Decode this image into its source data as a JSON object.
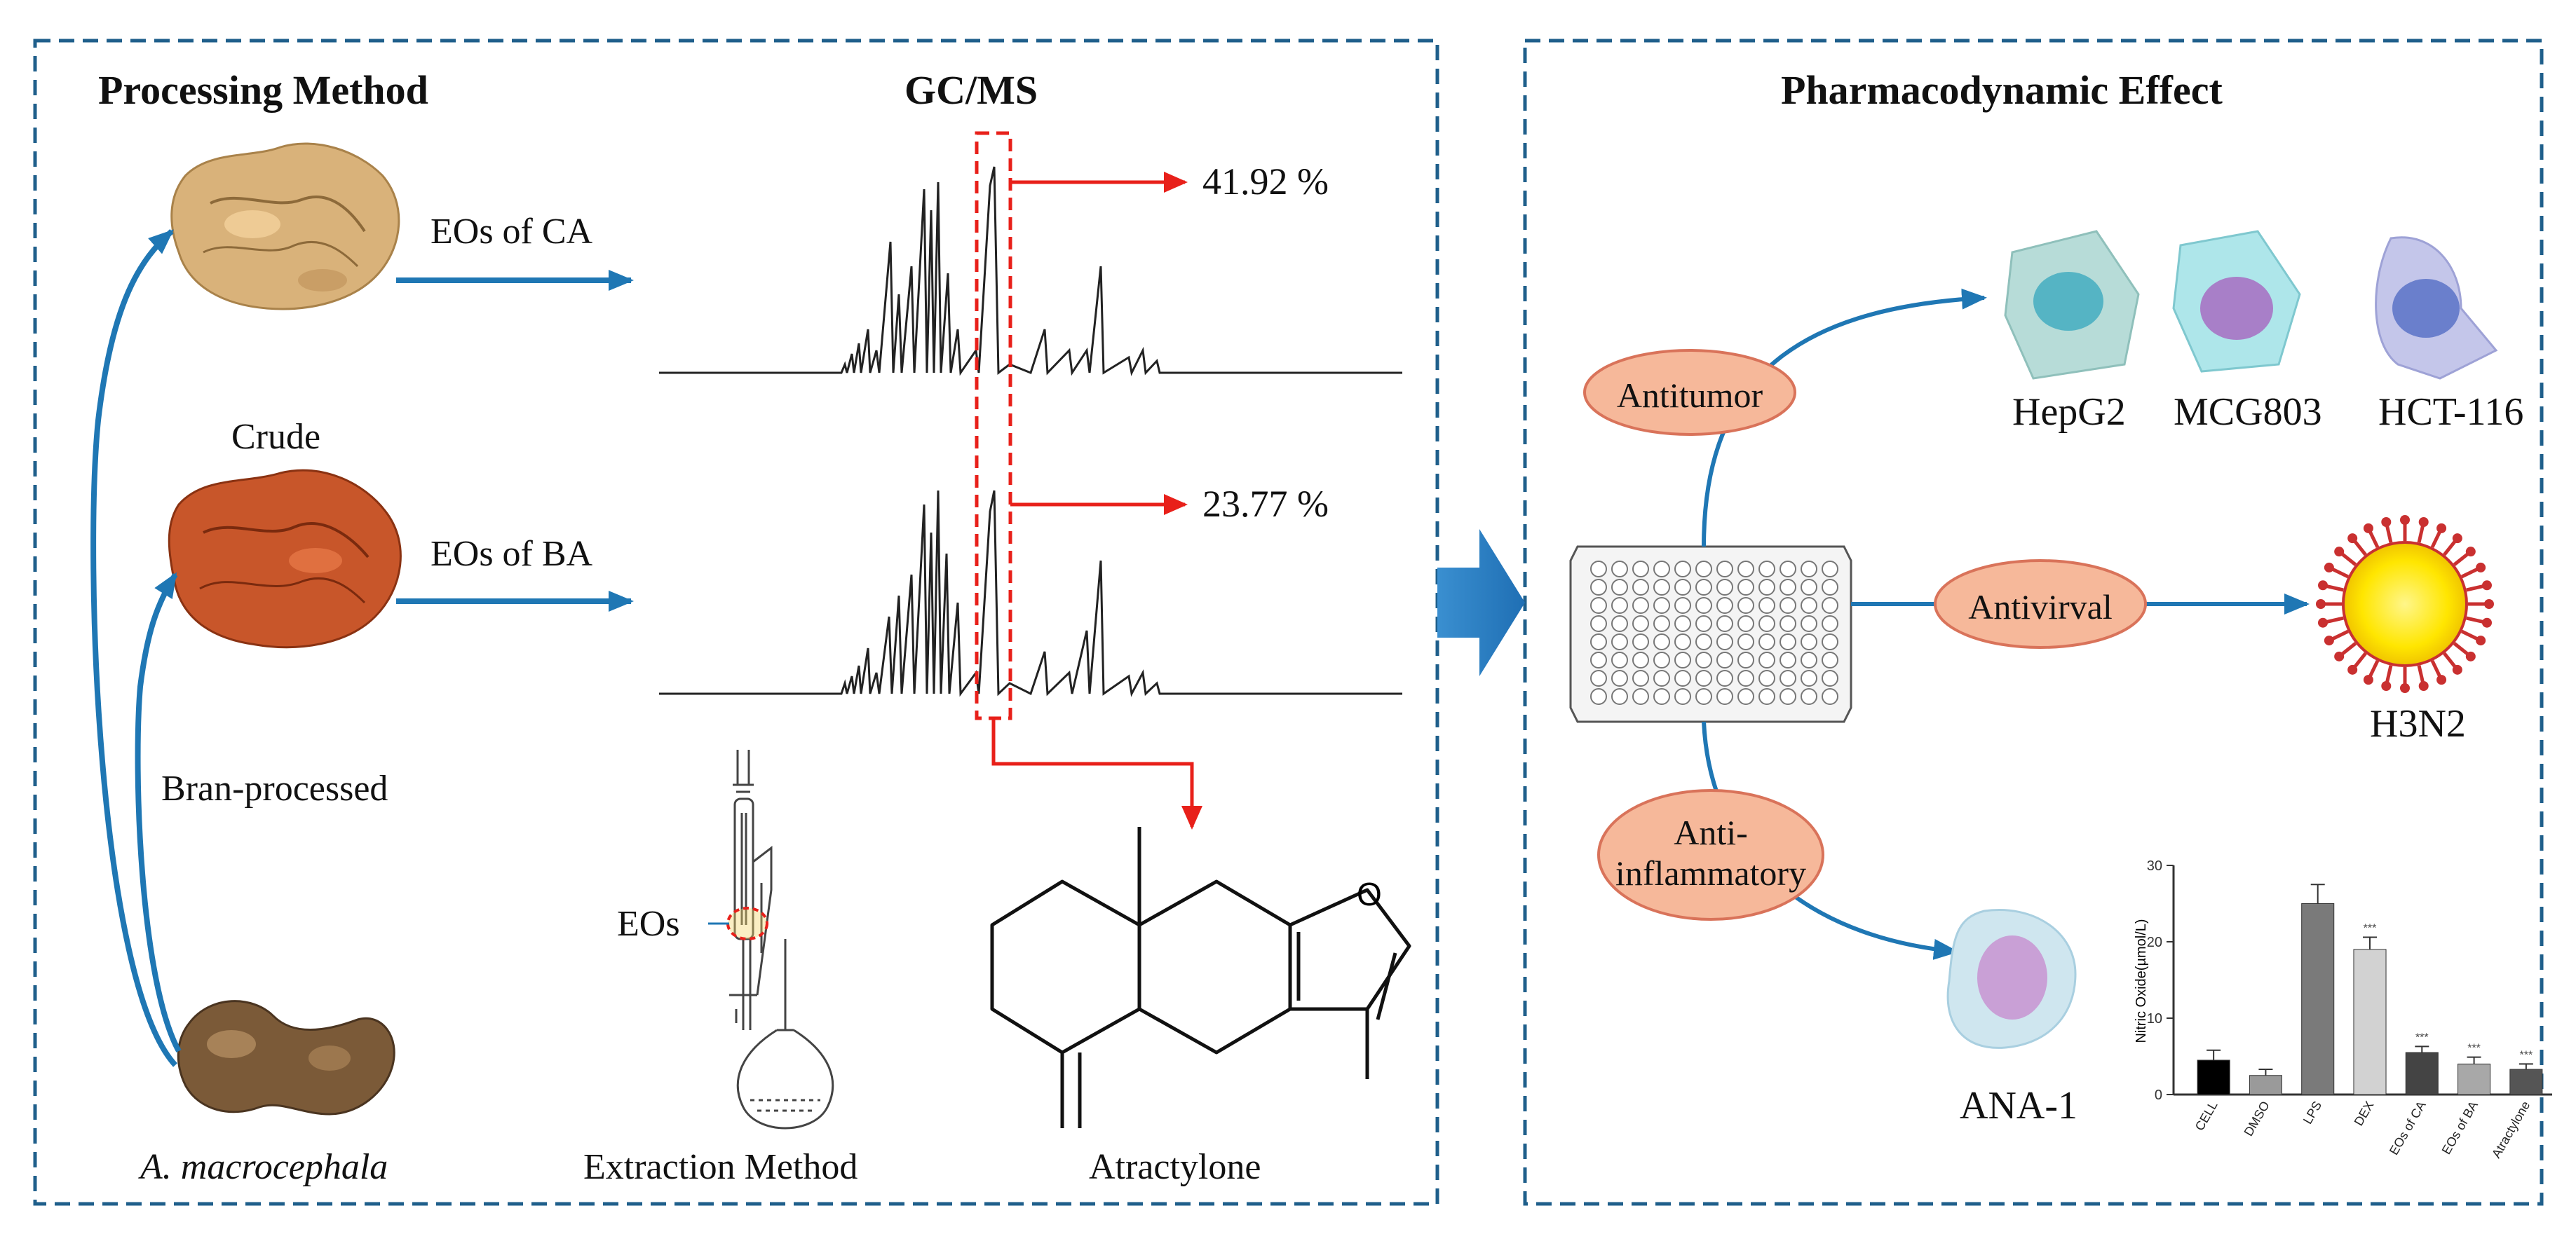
{
  "panels": {
    "left_title": "Processing Method",
    "gcms_title": "GC/MS",
    "right_title": "Pharmacodynamic Effect"
  },
  "processing": {
    "crude_label": "Crude",
    "bran_label": "Bran-processed",
    "species_label": "A. macrocephala",
    "arrow_ca": "EOs of CA",
    "arrow_ba": "EOs of BA"
  },
  "gcms": {
    "peak_ca": "41.92 %",
    "peak_ba": "23.77 %"
  },
  "extraction": {
    "eos_label": "EOs",
    "method_label": "Extraction Method",
    "compound_label": "Atractylone"
  },
  "effects": {
    "antitumor": "Antitumor",
    "antiviral": "Antivirval",
    "anti_inflammatory_line1": "Anti-",
    "anti_inflammatory_line2": "inflammatory",
    "cell_lines": [
      "HepG2",
      "MCG803",
      "HCT-116"
    ],
    "virus": "H3N2",
    "macrophage": "ANA-1"
  },
  "colors": {
    "frame": "#1f5f8b",
    "arrow_blue": "#1f77b4",
    "red": "#e8201a",
    "ellipse_fill": "#f6b89a",
    "ellipse_stroke": "#d9735a"
  },
  "chart_data": {
    "type": "bar",
    "ylabel": "Nitric Oxide(µmol/L)",
    "ylim": [
      0,
      30
    ],
    "yticks": [
      0,
      10,
      20,
      30
    ],
    "categories": [
      "CELL",
      "DMSO",
      "LPS",
      "DEX",
      "EOs of CA",
      "EOs of BA",
      "Atractylone"
    ],
    "values": [
      4.5,
      2.5,
      25,
      19,
      5.5,
      4,
      3.3
    ],
    "errors": [
      1.3,
      0.8,
      2.5,
      1.6,
      0.8,
      0.9,
      0.7
    ],
    "significance": [
      "",
      "",
      "",
      "***",
      "***",
      "***",
      "***"
    ],
    "bar_colors": [
      "#000000",
      "#9a9a9a",
      "#7a7a7a",
      "#d2d2d2",
      "#444444",
      "#a8a8a8",
      "#555555"
    ]
  }
}
